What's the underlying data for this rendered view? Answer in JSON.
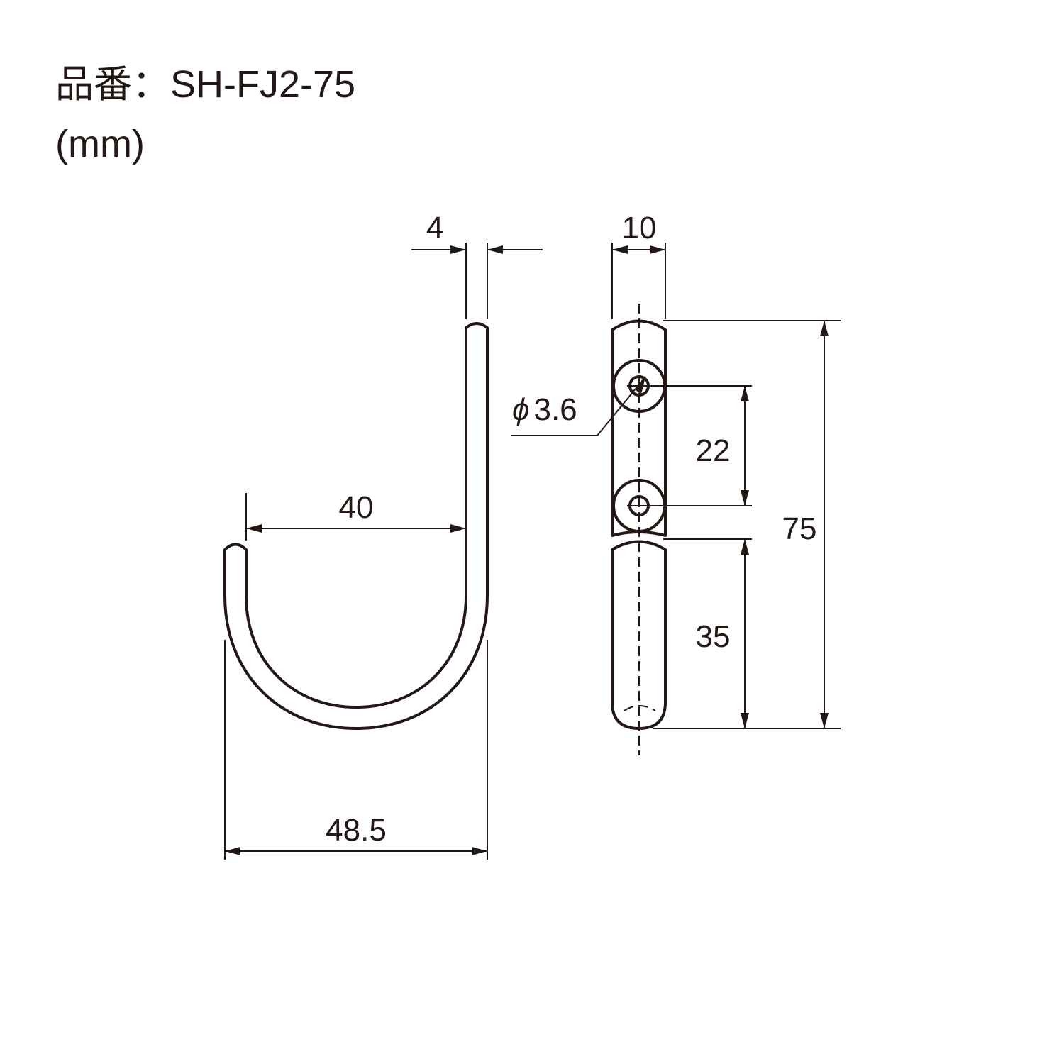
{
  "header": {
    "product_label": "品番",
    "separator": "：",
    "product_code": "SH-FJ2-75",
    "unit": "(mm)"
  },
  "dimensions": {
    "wire_thickness": "4",
    "inner_width": "40",
    "outer_width": "48.5",
    "plate_width": "10",
    "hole_diameter_symbol": "ϕ",
    "hole_diameter": "3.6",
    "hole_pitch": "22",
    "hole_to_bottom": "35",
    "total_height": "75"
  },
  "colors": {
    "line": "#231815",
    "background": "#ffffff"
  }
}
